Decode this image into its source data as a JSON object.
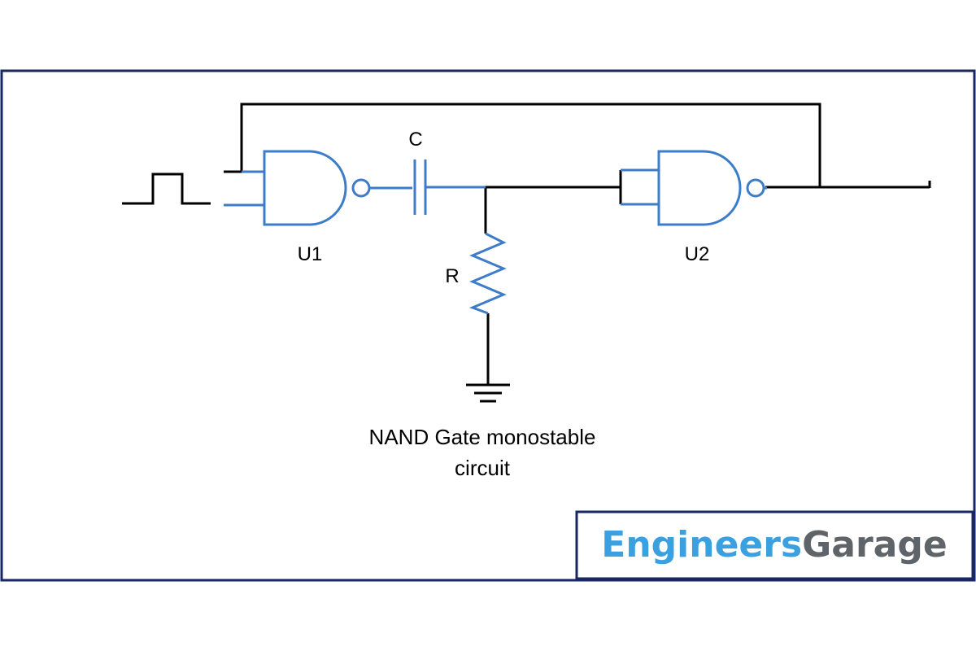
{
  "colors": {
    "frame": "#1a2766",
    "wire": "#000000",
    "component": "#3d7cc9",
    "brand_blue": "#3aa0e0",
    "brand_gray": "#5f6469"
  },
  "labels": {
    "gate1": "U1",
    "gate2": "U2",
    "capacitor": "C",
    "resistor": "R"
  },
  "caption": {
    "line1": "NAND Gate monostable",
    "line2": "circuit"
  },
  "logo": {
    "part1": "Engineers",
    "part2": "Garage"
  }
}
